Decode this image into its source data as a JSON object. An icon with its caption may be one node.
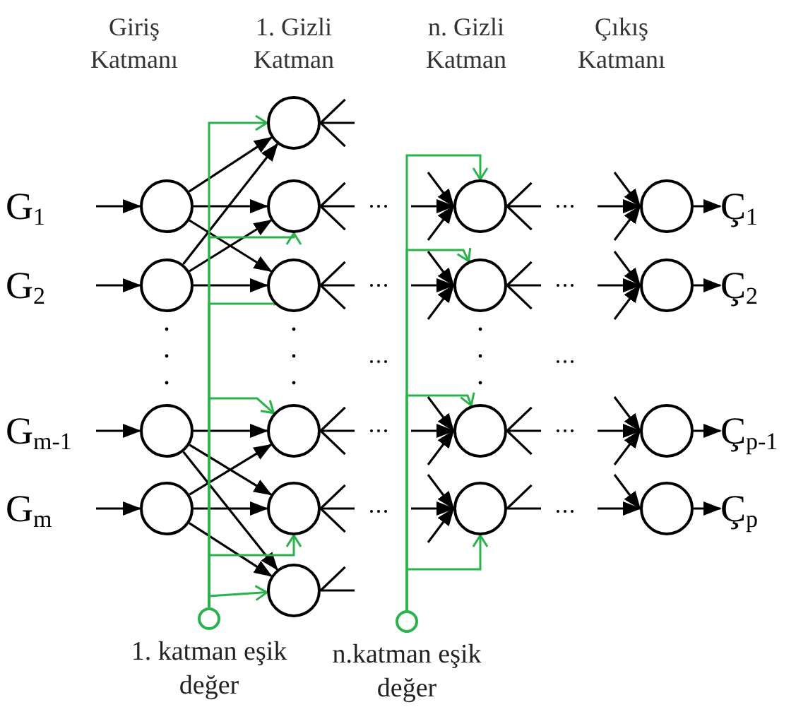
{
  "diagram": {
    "nodes": [
      {
        "text": [
          "G$_{1}$"
        ]
      },
      {
        "text": [
          "G$_{2}$"
        ]
      },
      {
        "text": [
          "G$_{m-1}$"
        ]
      },
      {
        "text": [
          "G$_{m}$"
        ]
      },
      {
        "text": [],
        "shape": "circle"
      },
      {
        "text": [],
        "shape": "circle"
      },
      {
        "text": [],
        "shape": "circle"
      },
      {
        "text": [],
        "shape": "circle"
      },
      {
        "text": [],
        "shape": "circle"
      },
      {
        "text": [],
        "shape": "circle"
      },
      {
        "text": [],
        "shape": "circle"
      },
      {
        "text": [],
        "shape": "circle"
      },
      {
        "text": [],
        "shape": "circle"
      },
      {
        "text": [],
        "shape": "circle"
      },
      {
        "text": [],
        "shape": "circle"
      },
      {
        "text": [],
        "shape": "circle"
      },
      {
        "text": [],
        "shape": "circle"
      },
      {
        "text": [],
        "shape": "circle"
      },
      {
        "text": [],
        "shape": "circle"
      },
      {
        "text": [],
        "shape": "circle"
      },
      {
        "text": [],
        "shape": "circle"
      },
      {
        "text": [],
        "shape": "circle"
      },
      {
        "text": [
          "Ç$_{1}$"
        ]
      },
      {
        "text": [
          "Ç$_{2}$"
        ]
      },
      {
        "text": [
          "Ç$_{p-1}$"
        ]
      },
      {
        "text": [
          "Ç$_{p}$"
        ]
      },
      {
        "text": [],
        "shape": "circle",
        "beside": [
          "1. katman eşik değer"
        ]
      },
      {
        "text": [],
        "shape": "circle",
        "beside": [
          "n.katman eşik değer"
        ]
      }
    ],
    "edges": [
      {
        "from": 0,
        "to": 4,
        "arrow": "to"
      },
      {
        "from": 1,
        "to": 5,
        "arrow": "to"
      },
      {
        "from": 2,
        "to": 6,
        "arrow": "to"
      },
      {
        "from": 3,
        "to": 7,
        "arrow": "to"
      },
      {
        "from": 4,
        "to": 8,
        "arrow": "to"
      },
      {
        "from": 4,
        "to": 9,
        "arrow": "to"
      },
      {
        "from": 4,
        "to": 10,
        "arrow": "to"
      },
      {
        "from": 5,
        "to": 8,
        "arrow": "to"
      },
      {
        "from": 5,
        "to": 9,
        "arrow": "to"
      },
      {
        "from": 5,
        "to": 10,
        "arrow": "to"
      },
      {
        "from": 6,
        "to": 11,
        "arrow": "to"
      },
      {
        "from": 6,
        "to": 12,
        "arrow": "to"
      },
      {
        "from": 6,
        "to": 13,
        "arrow": "to"
      },
      {
        "from": 7,
        "to": 11,
        "arrow": "to"
      },
      {
        "from": 7,
        "to": 12,
        "arrow": "to"
      },
      {
        "from": 7,
        "to": 13,
        "arrow": "to"
      },
      {
        "from": 26,
        "to": 8,
        "arrow": "to",
        "color": "#2ab24b"
      },
      {
        "from": 26,
        "to": 9,
        "arrow": "to",
        "color": "#2ab24b"
      },
      {
        "from": 26,
        "to": 10,
        "arrow": "to",
        "color": "#2ab24b"
      },
      {
        "from": 26,
        "to": 11,
        "arrow": "to",
        "color": "#2ab24b"
      },
      {
        "from": 26,
        "to": 12,
        "arrow": "to",
        "color": "#2ab24b"
      },
      {
        "from": 26,
        "to": 13,
        "arrow": "to",
        "color": "#2ab24b"
      },
      {
        "from": 27,
        "to": 14,
        "arrow": "to",
        "color": "#2ab24b"
      },
      {
        "from": 27,
        "to": 15,
        "arrow": "to",
        "color": "#2ab24b"
      },
      {
        "from": 27,
        "to": 16,
        "arrow": "to",
        "color": "#2ab24b"
      },
      {
        "from": 27,
        "to": 17,
        "arrow": "to",
        "color": "#2ab24b"
      },
      {
        "from": 18,
        "to": 22,
        "arrow": "to"
      },
      {
        "from": 19,
        "to": 23,
        "arrow": "to"
      },
      {
        "from": 20,
        "to": 24,
        "arrow": "to"
      },
      {
        "from": 21,
        "to": 25,
        "arrow": "to"
      },
      {
        "from": 8,
        "to": null,
        "arrow": "none"
      },
      {
        "from": 8,
        "to": null,
        "arrow": "none"
      },
      {
        "from": 8,
        "to": null,
        "arrow": "none"
      },
      {
        "from": 9,
        "to": null,
        "arrow": "none"
      },
      {
        "from": 9,
        "to": null,
        "arrow": "none"
      },
      {
        "from": 9,
        "to": null,
        "arrow": "none"
      },
      {
        "from": 10,
        "to": null,
        "arrow": "none"
      },
      {
        "from": 10,
        "to": null,
        "arrow": "none"
      },
      {
        "from": 10,
        "to": null,
        "arrow": "none"
      },
      {
        "from": 11,
        "to": null,
        "arrow": "none"
      },
      {
        "from": 11,
        "to": null,
        "arrow": "none"
      },
      {
        "from": 11,
        "to": null,
        "arrow": "none"
      },
      {
        "from": 12,
        "to": null,
        "arrow": "none"
      },
      {
        "from": 12,
        "to": null,
        "arrow": "none"
      },
      {
        "from": 12,
        "to": null,
        "arrow": "none"
      },
      {
        "from": 13,
        "to": null,
        "arrow": "none"
      },
      {
        "from": 13,
        "to": null,
        "arrow": "none"
      },
      {
        "from": null,
        "to": 14,
        "arrow": "to"
      },
      {
        "from": null,
        "to": 14,
        "arrow": "to"
      },
      {
        "from": null,
        "to": 14,
        "arrow": "to"
      },
      {
        "from": null,
        "to": 15,
        "arrow": "to"
      },
      {
        "from": null,
        "to": 15,
        "arrow": "to"
      },
      {
        "from": null,
        "to": 15,
        "arrow": "to"
      },
      {
        "from": null,
        "to": 16,
        "arrow": "to"
      },
      {
        "from": null,
        "to": 16,
        "arrow": "to"
      },
      {
        "from": null,
        "to": 16,
        "arrow": "to"
      },
      {
        "from": null,
        "to": 17,
        "arrow": "to"
      },
      {
        "from": null,
        "to": 17,
        "arrow": "to"
      },
      {
        "from": null,
        "to": 17,
        "arrow": "to"
      },
      {
        "from": 14,
        "to": null,
        "arrow": "none"
      },
      {
        "from": 14,
        "to": null,
        "arrow": "none"
      },
      {
        "from": 14,
        "to": null,
        "arrow": "none"
      },
      {
        "from": 15,
        "to": null,
        "arrow": "none"
      },
      {
        "from": 15,
        "to": null,
        "arrow": "none"
      },
      {
        "from": 15,
        "to": null,
        "arrow": "none"
      },
      {
        "from": 16,
        "to": null,
        "arrow": "none"
      },
      {
        "from": 16,
        "to": null,
        "arrow": "none"
      },
      {
        "from": 16,
        "to": null,
        "arrow": "none"
      },
      {
        "from": 17,
        "to": null,
        "arrow": "none"
      },
      {
        "from": 17,
        "to": null,
        "arrow": "none"
      },
      {
        "from": null,
        "to": 18,
        "arrow": "to"
      },
      {
        "from": null,
        "to": 18,
        "arrow": "to"
      },
      {
        "from": null,
        "to": 18,
        "arrow": "to"
      },
      {
        "from": null,
        "to": 19,
        "arrow": "to"
      },
      {
        "from": null,
        "to": 19,
        "arrow": "to"
      },
      {
        "from": null,
        "to": 19,
        "arrow": "to"
      },
      {
        "from": null,
        "to": 20,
        "arrow": "to"
      },
      {
        "from": null,
        "to": 20,
        "arrow": "to"
      },
      {
        "from": null,
        "to": 20,
        "arrow": "to"
      },
      {
        "from": null,
        "to": 21,
        "arrow": "to"
      },
      {
        "from": null,
        "to": 21,
        "arrow": "to"
      }
    ],
    "labels": [
      "Giriş Katmanı",
      "1. Gizli Katman",
      "n. Gizli Katman",
      "Çıkış Katmanı"
    ]
  }
}
